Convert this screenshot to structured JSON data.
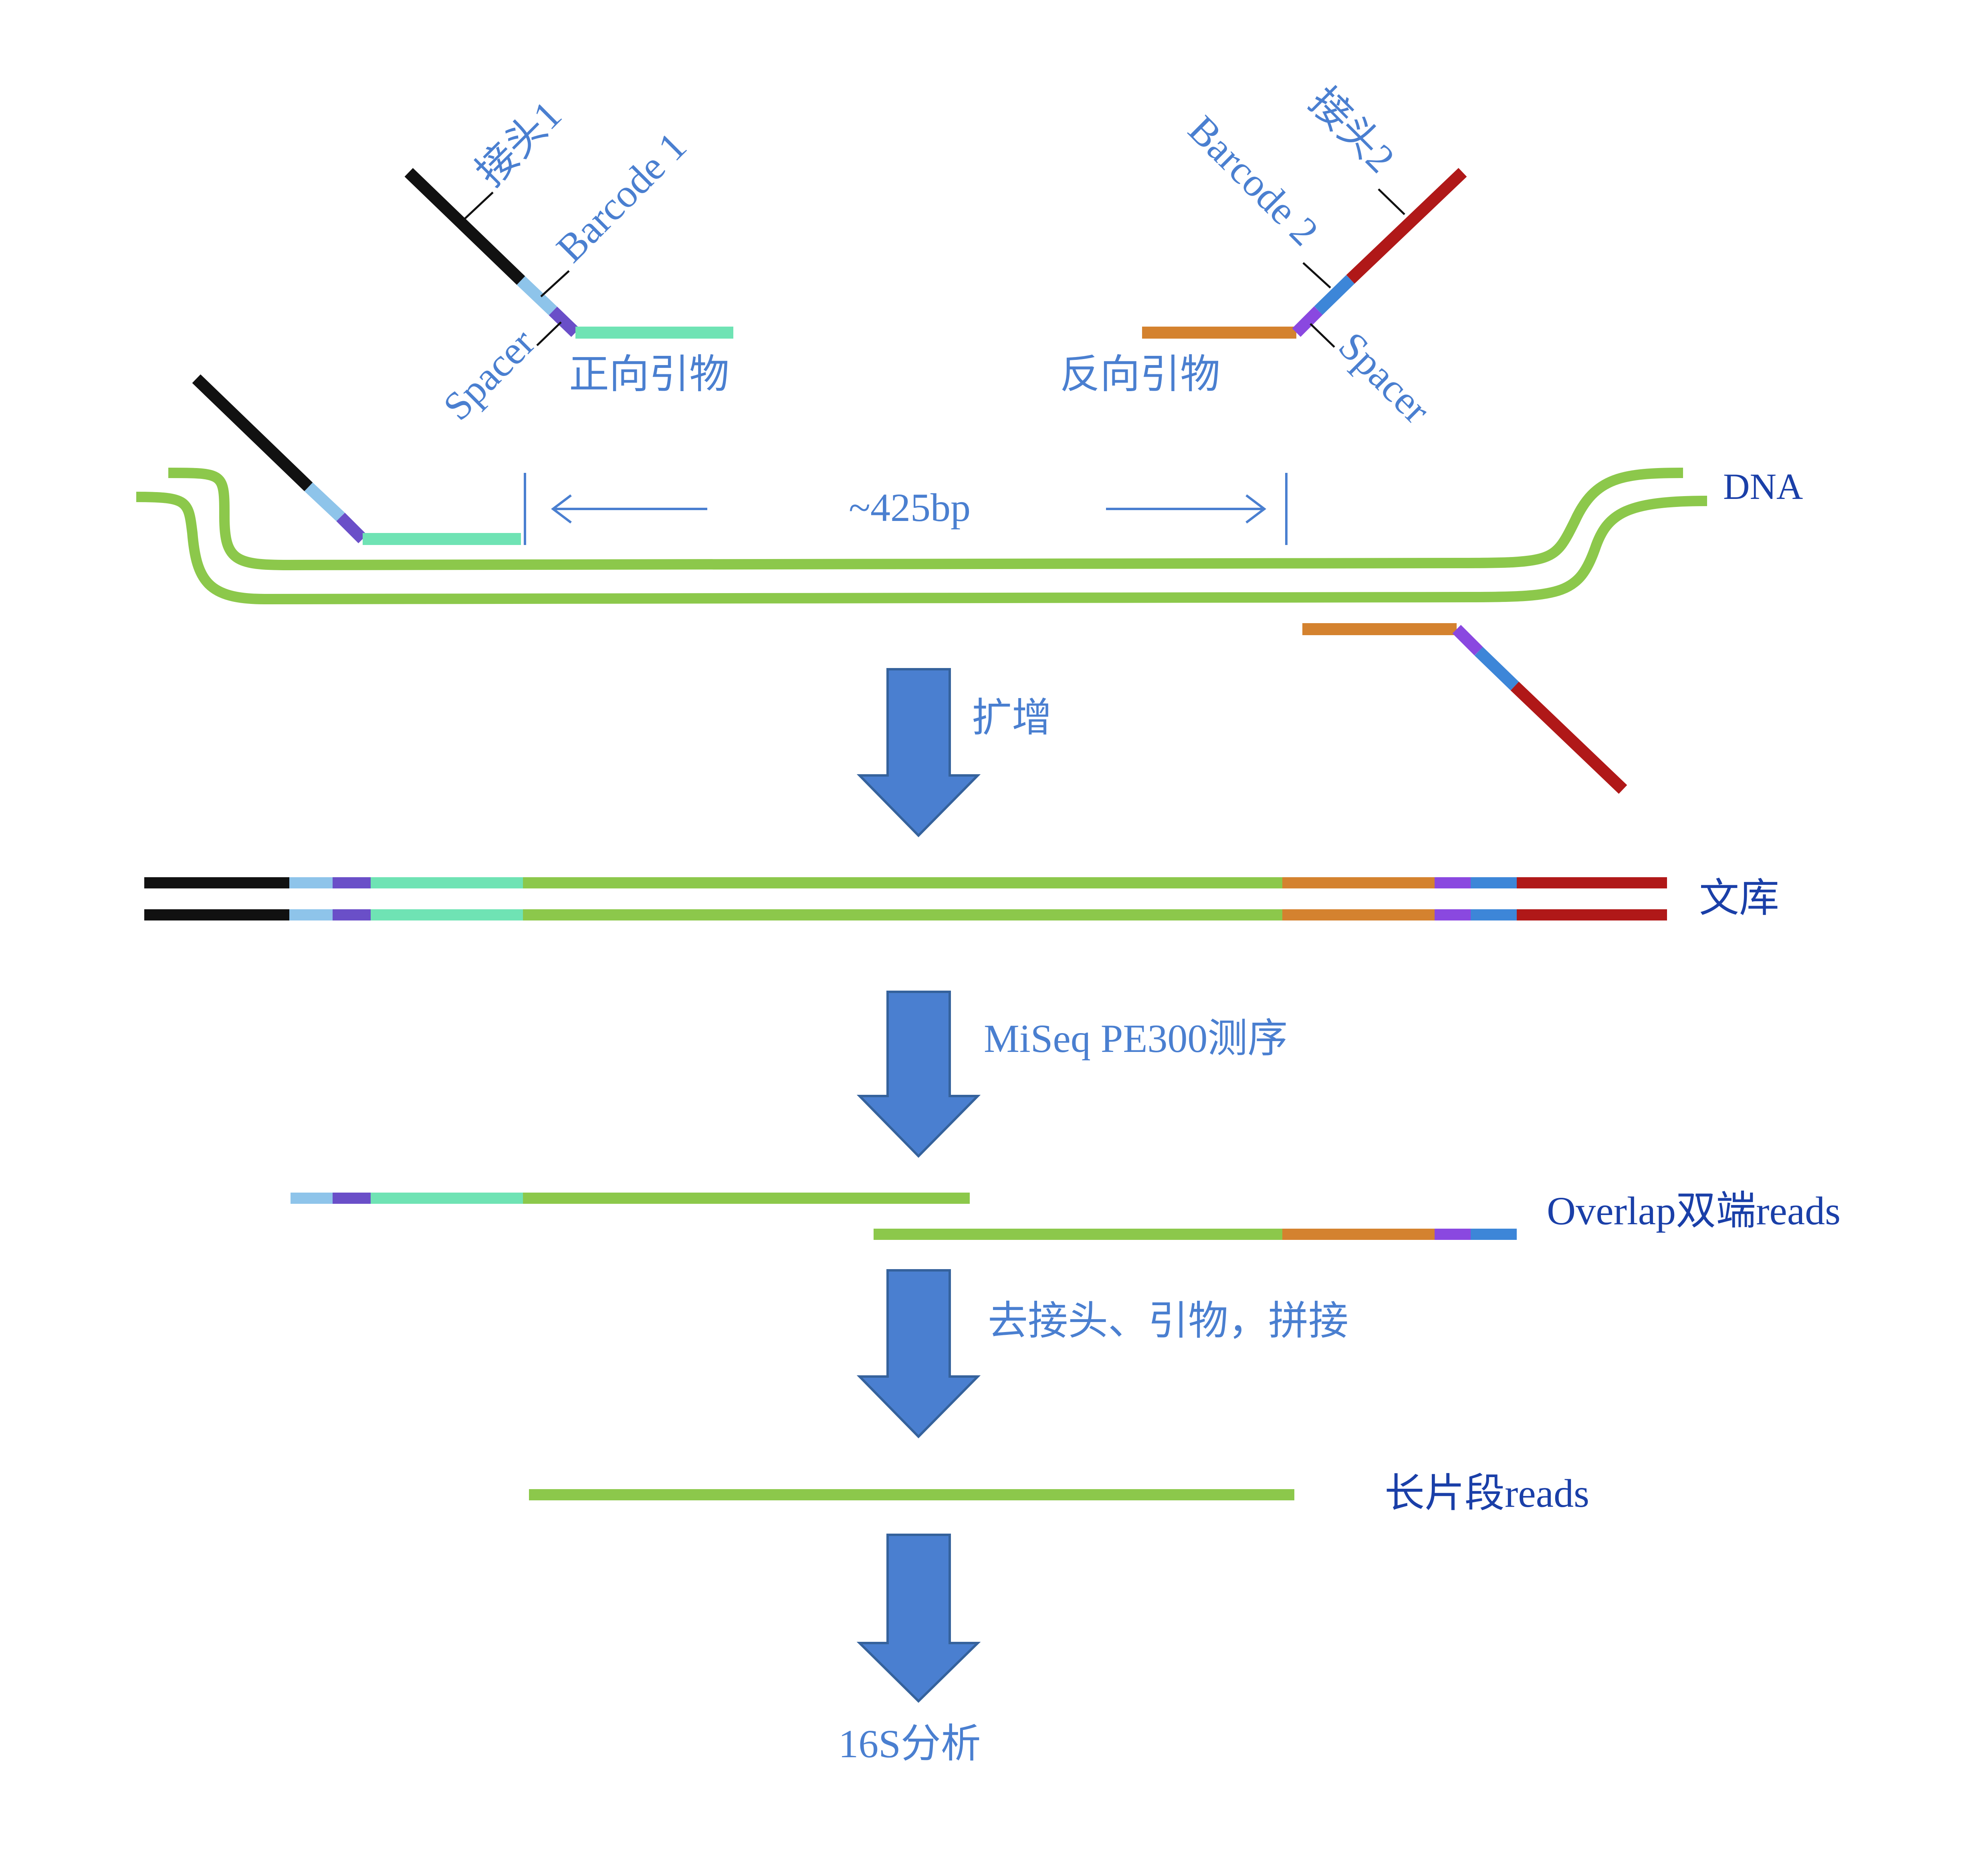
{
  "labels": {
    "adapter1": "接头1",
    "barcode1": "Barcode 1",
    "spacer1": "Spacer",
    "forward_primer": "正向引物",
    "adapter2": "接头2",
    "barcode2": "Barcode 2",
    "reverse_primer": "反向引物",
    "spacer2": "Spacer",
    "dna": "DNA",
    "amplicon_length": "~425bp",
    "amplify": "扩增",
    "library": "文库",
    "sequencing": "MiSeq PE300测序",
    "overlap_reads": "Overlap双端reads",
    "trim_merge": "去接头、引物，拼接",
    "long_reads": "长片段reads",
    "analysis": "16S分析"
  },
  "colors": {
    "adapter1": "#111111",
    "barcode1": "#8ec4ea",
    "spacer": "#6a4fc8",
    "forward_primer": "#6fe3b4",
    "dna": "#8cc84b",
    "reverse_primer": "#d4822f",
    "barcode2": "#3d86d8",
    "adapter2": "#b01818",
    "arrow": "#4a7fd0",
    "label": "#4a7fd0"
  }
}
